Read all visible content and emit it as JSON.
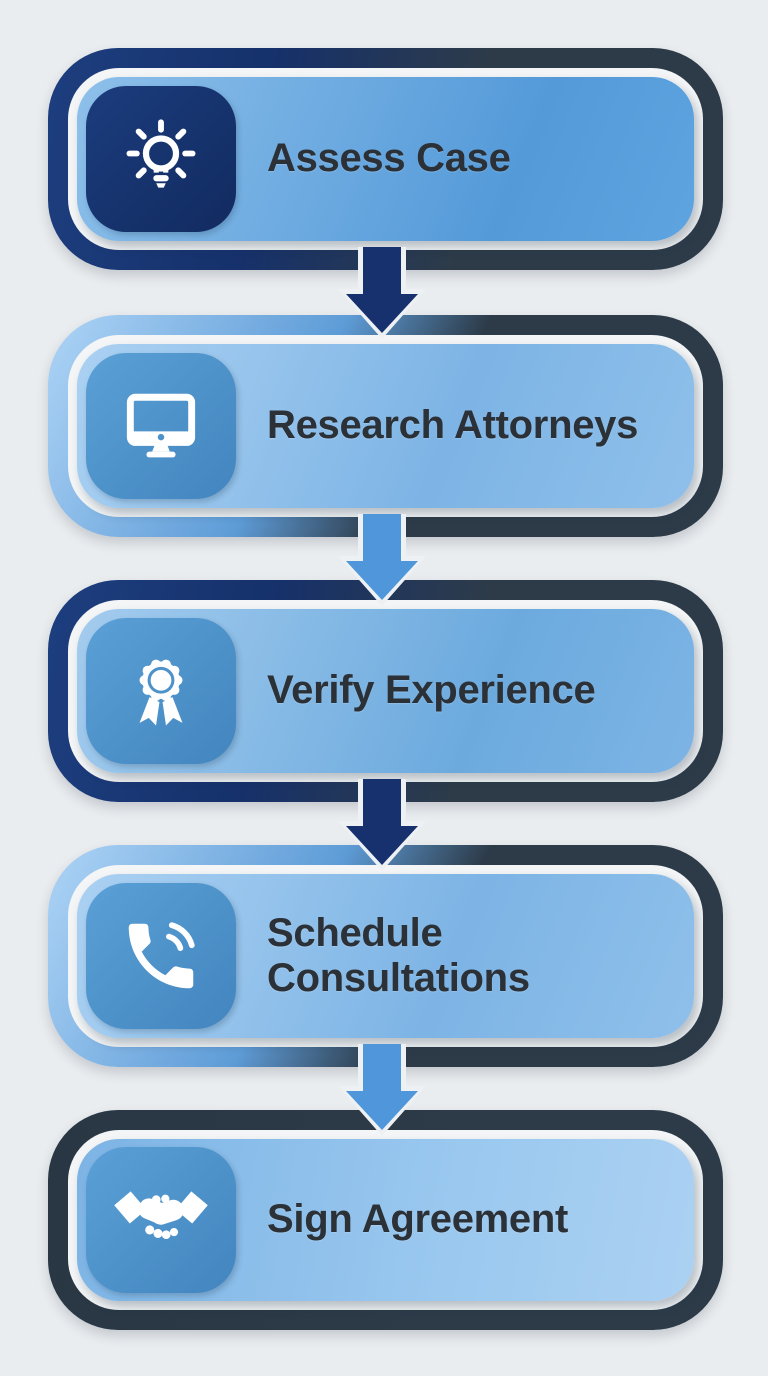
{
  "page": {
    "background_color": "#eaedef",
    "text_color": "#2b3136",
    "ring_slate_color": "#2d3b49",
    "ring_navy_color": "#16316b",
    "ring_lightblue_color": "#aed4f6",
    "card_blue_gradient": [
      "#abd1f2",
      "#549ad9"
    ],
    "icon_white": "#ffffff"
  },
  "steps": [
    {
      "label": "Assess Case",
      "icon": "lightbulb-icon",
      "icon_box_color": "#14306a",
      "accent": "navy"
    },
    {
      "label": "Research Attorneys",
      "icon": "monitor-icon",
      "icon_box_color": "#4e92ca",
      "accent": "lightblue"
    },
    {
      "label": "Verify Experience",
      "icon": "award-ribbon-icon",
      "icon_box_color": "#4e92ca",
      "accent": "navy"
    },
    {
      "label": "Schedule Consultations",
      "icon": "phone-icon",
      "icon_box_color": "#4e92ca",
      "accent": "lightblue"
    },
    {
      "label": "Sign Agreement",
      "icon": "handshake-icon",
      "icon_box_color": "#4e92ca",
      "accent": "slate"
    }
  ],
  "arrows": [
    {
      "between": "step-1-to-2",
      "direction": "down",
      "color": "#17316e"
    },
    {
      "between": "step-2-to-3",
      "direction": "down",
      "color": "#4f97da"
    },
    {
      "between": "step-3-to-4",
      "direction": "down",
      "color": "#17316e"
    },
    {
      "between": "step-4-to-5",
      "direction": "down",
      "color": "#4f97da"
    }
  ],
  "arrow_outline_color": "#eef1f4"
}
